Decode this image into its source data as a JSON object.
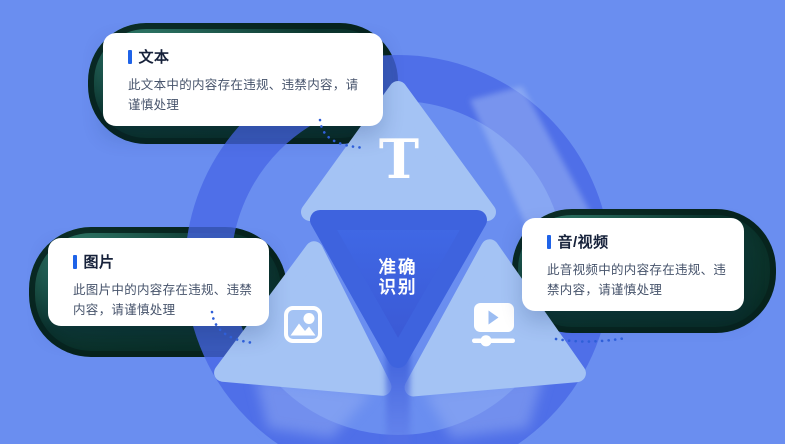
{
  "colors": {
    "background": "#6a8ef0",
    "ring": "#4867e5",
    "pill_dark": "#0a2f28",
    "pill_highlight": "#409982",
    "card_bg": "#ffffff",
    "accent_bar": "#1f63e8",
    "title_text": "#16213a",
    "body_text": "#46536b",
    "triangle_light": "#a4c3f4",
    "triangle_dark_top": "#4069e6",
    "triangle_dark_bottom": "#3a57d3",
    "dotted_line": "#2f5fd8",
    "icon_white": "#ffffff"
  },
  "cards": [
    {
      "id": "text",
      "title": "文本",
      "body": "此文本中的内容存在违规、违禁内容，请谨慎处理"
    },
    {
      "id": "image",
      "title": "图片",
      "body": "此图片中的内容存在违规、违禁内容，请谨慎处理"
    },
    {
      "id": "av",
      "title": "音/视频",
      "body": "此音视频中的内容存在违规、违禁内容，请谨慎处理"
    }
  ],
  "center": {
    "line1": "准确",
    "line2": "识别",
    "t_glyph": "T"
  }
}
